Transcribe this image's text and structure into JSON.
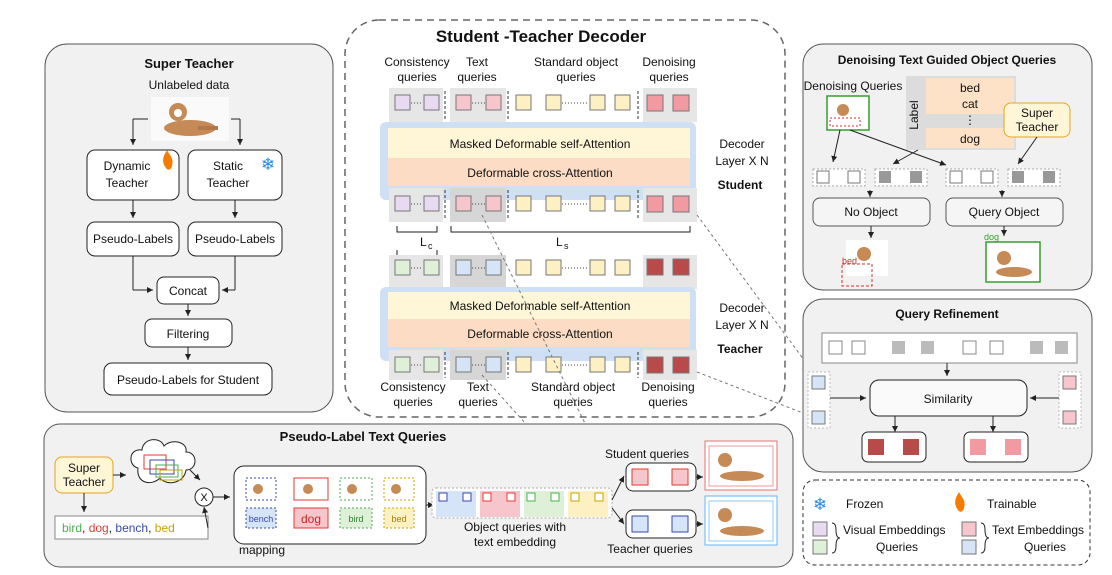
{
  "super_teacher": {
    "title": "Super Teacher",
    "unlabeled": "Unlabeled data",
    "dynamic_teacher": [
      "Dynamic",
      "Teacher"
    ],
    "static_teacher": [
      "Static",
      "Teacher"
    ],
    "pseudo_labels": "Pseudo-Labels",
    "concat": "Concat",
    "filtering": "Filtering",
    "output": "Pseudo-Labels for Student"
  },
  "decoder": {
    "title": "Student -Teacher  Decoder",
    "consistency": [
      "Consistency",
      "queries"
    ],
    "text": [
      "Text",
      "queries"
    ],
    "standard": [
      "Standard object",
      "queries"
    ],
    "denoising": [
      "Denoising",
      "queries"
    ],
    "masked_attn": "Masked Deformable self-Attention",
    "cross_attn": "Deformable cross-Attention",
    "layer": [
      "Decoder",
      "Layer X N"
    ],
    "student": "Student",
    "teacher": "Teacher",
    "lc": "L",
    "lc_sub": "c",
    "ls": "L",
    "ls_sub": "s"
  },
  "denoising_panel": {
    "title": "Denoising Text Guided Object Queries",
    "dq": "Denoising Queries",
    "label": "Label",
    "labels": [
      "bed",
      "cat",
      "⋮",
      "dog"
    ],
    "super_teacher": [
      "Super",
      "Teacher"
    ],
    "no_object": "No Object",
    "query_object": "Query Object",
    "bed_tag": "bed",
    "dog_tag": "dog"
  },
  "refinement": {
    "title": "Query Refinement",
    "similarity": "Similarity"
  },
  "pseudo_text": {
    "title": "Pseudo-Label Text Queries",
    "super_teacher": [
      "Super",
      "Teacher"
    ],
    "words": [
      {
        "text": "bird",
        "color": "#4caf50"
      },
      {
        "text": ",",
        "color": "#222"
      },
      {
        "text": " dog",
        "color": "#e53935"
      },
      {
        "text": ",",
        "color": "#222"
      },
      {
        "text": " bench",
        "color": "#3949ab"
      },
      {
        "text": ",",
        "color": "#222"
      },
      {
        "text": " bed",
        "color": "#c9a400"
      }
    ],
    "x": "X",
    "mapping": "mapping",
    "crop_labels": [
      "bench",
      "dog",
      "bird",
      "bed"
    ],
    "obj_queries": [
      "Object queries with",
      "text embedding"
    ],
    "student_queries": "Student queries",
    "teacher_queries": "Teacher queries"
  },
  "legend": {
    "frozen": "Frozen",
    "trainable": "Trainable",
    "visual": [
      "Visual Embeddings",
      "Queries"
    ],
    "text": [
      "Text Embeddings",
      "Queries"
    ]
  },
  "colors": {
    "purple": "#e8daf0",
    "green": "#dff0d8",
    "pink": "#f7c6cc",
    "blue": "#d6e4f7",
    "yellow": "#fdf1c4",
    "darkred": "#b94a4a",
    "pinkred": "#f19aa2",
    "peach": "#fde2c8",
    "lightblue": "#cfe0f5",
    "orange": "#f5a623"
  }
}
